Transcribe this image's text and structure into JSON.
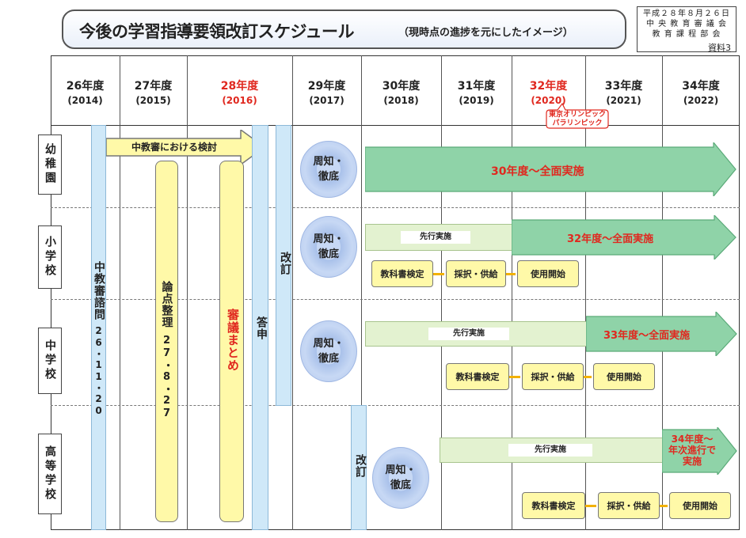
{
  "title": {
    "main": "今後の学習指導要領改訂スケジュール",
    "sub": "（現時点の進捗を元にしたイメージ）"
  },
  "meta": {
    "date": "平成２８年８月２６日",
    "org1": "中 央 教 育 審 議 会",
    "org2": "教 育 課 程 部 会",
    "ref": "資料3"
  },
  "years": [
    {
      "label": "26年度",
      "year": "(2014)",
      "highlight": false
    },
    {
      "label": "27年度",
      "year": "(2015)",
      "highlight": false
    },
    {
      "label": "28年度",
      "year": "(2016)",
      "highlight": true
    },
    {
      "label": "29年度",
      "year": "(2017)",
      "highlight": false
    },
    {
      "label": "30年度",
      "year": "(2018)",
      "highlight": false
    },
    {
      "label": "31年度",
      "year": "(2019)",
      "highlight": false
    },
    {
      "label": "32年度",
      "year": "(2020)",
      "highlight": true
    },
    {
      "label": "33年度",
      "year": "(2021)",
      "highlight": false
    },
    {
      "label": "34年度",
      "year": "(2022)",
      "highlight": false
    }
  ],
  "olympic": {
    "line1": "東京オリンピック",
    "line2": "パラリンピック"
  },
  "rows": {
    "kindergarten": "幼稚園",
    "elementary": "小学校",
    "juniorhigh": "中学校",
    "highschool": "高等学校"
  },
  "bars": {
    "consult": "中教審諮問",
    "consult_date": "26・11・20",
    "review": "中教審における検討",
    "issues": "論点整理",
    "issues_date": "27・8・27",
    "summary": "審議まとめ",
    "report": "答申",
    "revision": "改訂"
  },
  "common": {
    "notice": "周知・徹底",
    "advance": "先行実施",
    "textbook": "教科書検定",
    "adopt": "採択・供給",
    "start": "使用開始"
  },
  "implementation": {
    "kindergarten": "30年度～全面実施",
    "elementary": "32年度～全面実施",
    "juniorhigh": "33年度～全面実施",
    "highschool_1": "34年度～",
    "highschool_2": "年次進行で",
    "highschool_3": "実施"
  },
  "colors": {
    "accent_red": "#e0281f",
    "green_arrow": "#8fd3a8",
    "light_green": "#e3f2d0",
    "yellow": "#fff9a8",
    "blue": "#cfe8f8"
  }
}
